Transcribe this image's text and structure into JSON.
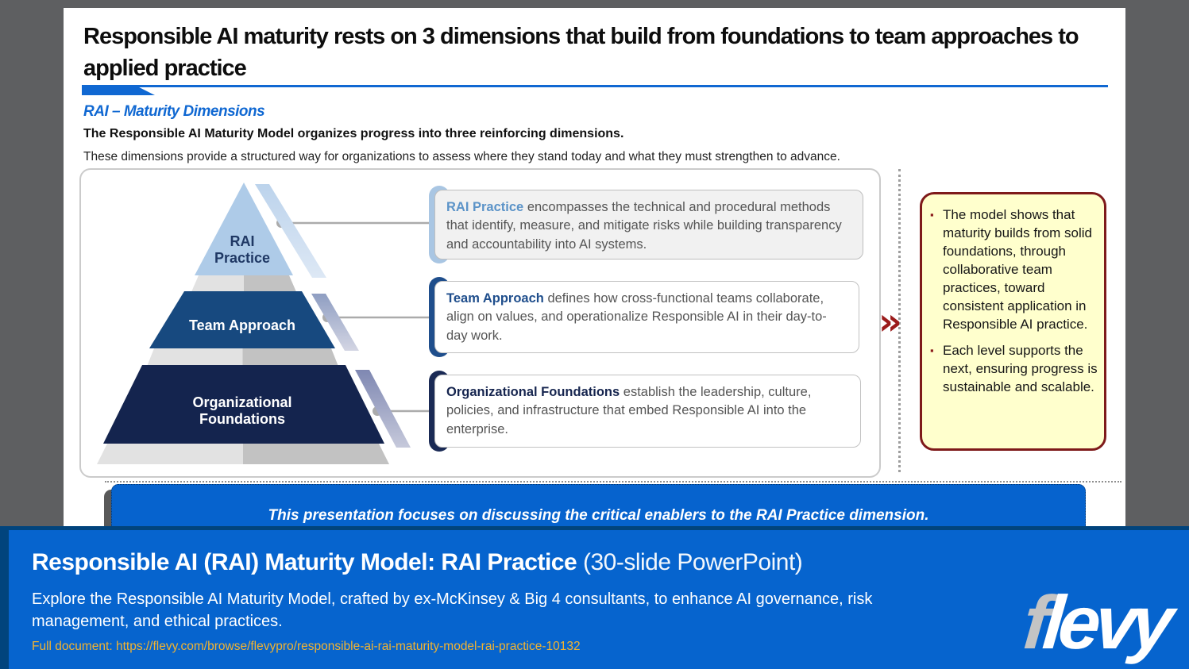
{
  "slide": {
    "title": "Responsible AI maturity rests on 3 dimensions that build from foundations to team approaches to applied practice",
    "subtitle": "RAI – Maturity Dimensions",
    "lead_bold": "The Responsible AI Maturity Model organizes progress into three reinforcing dimensions.",
    "lead_text": "These dimensions provide a structured way for organizations to assess where they stand today and what they must strengthen to advance.",
    "pyramid": {
      "levels": [
        {
          "label_line1": "RAI",
          "label_line2": "Practice",
          "color": "#AECBE8"
        },
        {
          "label_line1": "Team Approach",
          "label_line2": "",
          "color": "#17497F"
        },
        {
          "label_line1": "Organizational",
          "label_line2": "Foundations",
          "color": "#14244E"
        }
      ]
    },
    "descriptions": [
      {
        "term": "RAI Practice",
        "term_color": "#5B93C8",
        "text": "encompasses the technical and procedural methods that identify, measure, and mitigate risks while building transparency and accountability into AI systems."
      },
      {
        "term": "Team Approach",
        "term_color": "#1F4E8C",
        "text": "defines how cross-functional teams collaborate, align on values, and operationalize Responsible AI in their day-to-day work."
      },
      {
        "term": "Organizational Foundations",
        "term_color": "#16254F",
        "text": "establish the leadership, culture, policies, and infrastructure that embed Responsible AI into the enterprise."
      }
    ],
    "callout": {
      "border_color": "#7E1A1A",
      "background": "#FFFFCD",
      "bullet_marker": "▪",
      "bullets": [
        "The model shows that maturity builds from solid foundations, through collaborative team practices, toward consistent application in Responsible AI practice.",
        "Each level supports the next, ensuring progress is sustainable and scalable."
      ]
    },
    "chevron_glyph": "»",
    "banner": "This presentation focuses on discussing the critical enablers to the RAI Practice dimension."
  },
  "footer": {
    "accent_color": "#01447D",
    "background": "#0664CE",
    "title_bold": "Responsible AI (RAI) Maturity Model: RAI Practice",
    "title_suffix": " (30-slide PowerPoint)",
    "description": "Explore the Responsible AI Maturity Model, crafted by ex-McKinsey & Big 4 consultants, to enhance AI governance, risk management, and ethical practices.",
    "link": "Full document: https://flevy.com/browse/flevypro/responsible-ai-rai-maturity-model-rai-practice-10132",
    "link_color": "#F2B330",
    "logo": {
      "f": "f",
      "rest": "levy"
    }
  }
}
